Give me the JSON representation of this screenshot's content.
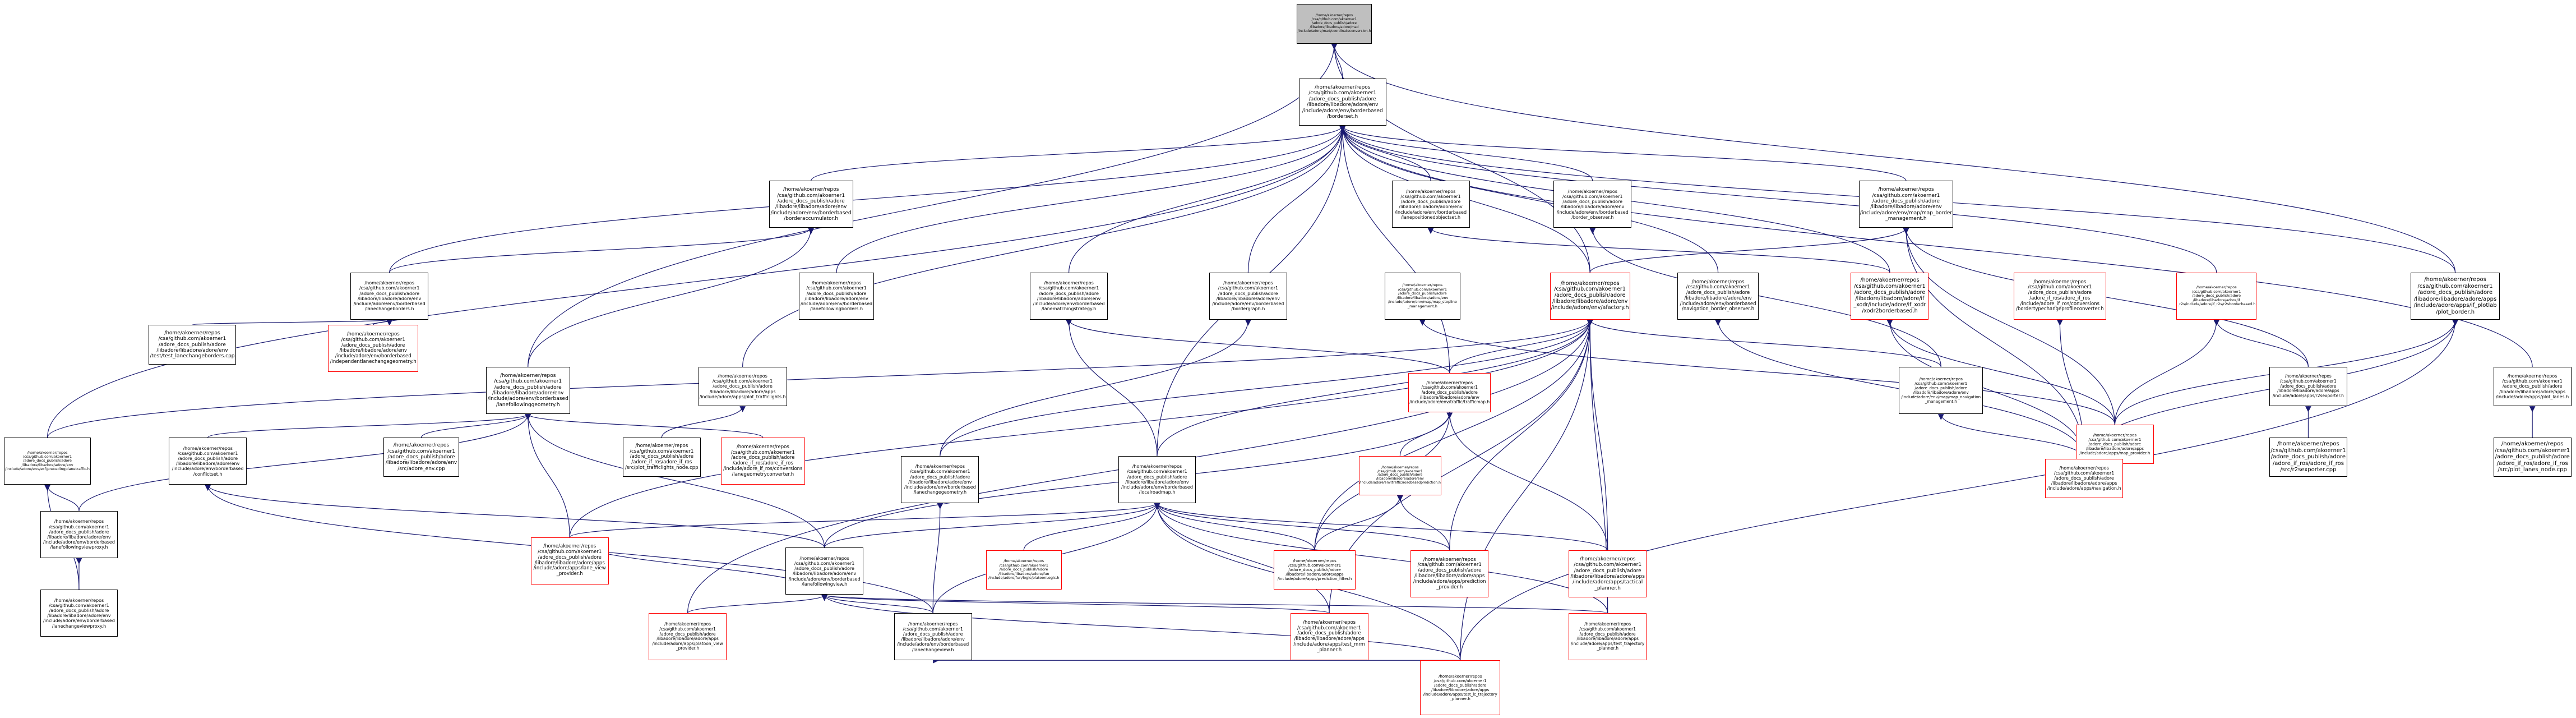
{
  "colors": {
    "edge": "#191970",
    "border_red": "#ff0000",
    "root_fill": "#bfbfbf"
  },
  "nodes": [
    {
      "id": "root",
      "text": "/home/akoerner/repos\n/csa/github.com/akoerner1\n/adore_docs_publish/adore\n/libadore/libadore/adore/mad\n/include/adore/mad/coordinateconversion.h",
      "root": true
    },
    {
      "id": "bs",
      "text": "/home/akoerner/repos\n/csa/github.com/akoerner1\n/adore_docs_publish/adore\n/libadore/libadore/adore/env\n/include/adore/env/borderbased\n/borderset.h"
    },
    {
      "id": "bacc",
      "text": "/home/akoerner/repos\n/csa/github.com/akoerner1\n/adore_docs_publish/adore\n/libadore/libadore/adore/env\n/include/adore/env/borderbased\n/borderaccumulator.h"
    },
    {
      "id": "lpo",
      "text": "/home/akoerner/repos\n/csa/github.com/akoerner1\n/adore_docs_publish/adore\n/libadore/libadore/adore/env\n/include/adore/env/borderbased\n/lanepositionedobjectset.h"
    },
    {
      "id": "bobs",
      "text": "/home/akoerner/repos\n/csa/github.com/akoerner1\n/adore_docs_publish/adore\n/libadore/libadore/adore/env\n/include/adore/env/borderbased\n/border_observer.h"
    },
    {
      "id": "mapbm",
      "text": "/home/akoerner/repos\n/csa/github.com/akoerner1\n/adore_docs_publish/adore\n/libadore/libadore/adore/env\n/include/adore/env/map/map_border\n_management.h"
    },
    {
      "id": "lcb",
      "text": "/home/akoerner/repos\n/csa/github.com/akoerner1\n/adore_docs_publish/adore\n/libadore/libadore/adore/env\n/include/adore/env/borderbased\n/lanechangeborders.h"
    },
    {
      "id": "lfb",
      "text": "/home/akoerner/repos\n/csa/github.com/akoerner1\n/adore_docs_publish/adore\n/libadore/libadore/adore/env\n/include/adore/env/borderbased\n/lanefollowingborders.h"
    },
    {
      "id": "lmls",
      "text": "/home/akoerner/repos\n/csa/github.com/akoerner1\n/adore_docs_publish/adore\n/libadore/libadore/adore/env\n/include/adore/env/borderbased\n/lanematchingstrategy.h"
    },
    {
      "id": "bg",
      "text": "/home/akoerner/repos\n/csa/github.com/akoerner1\n/adore_docs_publish/adore\n/libadore/libadore/adore/env\n/include/adore/env/borderbased\n/bordergraph.h"
    },
    {
      "id": "stopline",
      "text": "/home/akoerner/repos\n/csa/github.com/akoerner1\n/adore_docs_publish/adore\n/libadore/libadore/adore/env\n/include/adore/env/map/map_stopline\n_management.h"
    },
    {
      "id": "navbo",
      "text": "/home/akoerner/repos\n/csa/github.com/akoerner1\n/adore_docs_publish/adore\n/libadore/libadore/adore/env\n/include/adore/env/borderbased\n/navigation_border_observer.h"
    },
    {
      "id": "xodr",
      "text": "/home/akoerner/repos\n/csa/github.com/akoerner1\n/adore_docs_publish/adore\n/libadore/libadore/adore/if\n_xodr/include/adore/if_xodr\n/xodr2borderbased.h",
      "red": true
    },
    {
      "id": "r2s",
      "text": "/home/akoerner/repos\n/csa/github.com/akoerner1\n/adore_docs_publish/adore\n/adore_if_ros/adore_if_ros\n/include/adore_if_ros/conversions\n/bordertypechangeprofileconverter.h",
      "red": true
    },
    {
      "id": "r2sb",
      "text": "/home/akoerner/repos\n/csa/github.com/akoerner1\n/adore_docs_publish/adore\n/libadore/libadore/adore/if\n_r2s/include/adore/if_r2s/r2sborderbased.h",
      "red": true
    },
    {
      "id": "plotlab",
      "text": "/home/akoerner/repos\n/csa/github.com/akoerner1\n/adore_docs_publish/adore\n/libadore/libadore/adore/apps\n/include/adore/apps/if_plotlab\n/plot_border.h"
    },
    {
      "id": "test_lcb",
      "text": "/home/akoerner/repos\n/csa/github.com/akoerner1\n/adore_docs_publish/adore\n/libadore/libadore/adore/env\n/test/test_lanechangeborders.cpp"
    },
    {
      "id": "ilg",
      "text": "/home/akoerner/repos\n/csa/github.com/akoerner1\n/adore_docs_publish/adore\n/libadore/libadore/adore/env\n/include/adore/env/borderbased\n/independentlanechangegeometry.h",
      "red": true
    },
    {
      "id": "lfg",
      "text": "/home/akoerner/repos\n/csa/github.com/akoerner1\n/adore_docs_publish/adore\n/libadore/libadore/adore/env\n/include/adore/env/borderbased\n/lanefollowinggeometry.h"
    },
    {
      "id": "afactory",
      "text": "/home/akoerner/repos\n/csa/github.com/akoerner1\n/adore_docs_publish/adore\n/libadore/libadore/adore/env\n/include/adore/env/afactory.h",
      "red": true
    },
    {
      "id": "mapnav",
      "text": "/home/akoerner/repos\n/csa/github.com/akoerner1\n/adore_docs_publish/adore\n/libadore/libadore/adore/env\n/include/adore/env/map/map_navigation\n_management.h"
    },
    {
      "id": "plottl",
      "text": "/home/akoerner/repos\n/csa/github.com/akoerner1\n/adore_docs_publish/adore\n/libadore/libadore/adore/apps\n/include/adore/apps/plot_trafficlights.h"
    },
    {
      "id": "trafficmap",
      "text": "/home/akoerner/repos\n/csa/github.com/akoerner1\n/adore_docs_publish/adore\n/libadore/libadore/adore/env\n/include/adore/env/traffic/trafficmap.h",
      "red": true
    },
    {
      "id": "mapprov",
      "text": "/home/akoerner/repos\n/csa/github.com/akoerner1\n/adore_docs_publish/adore\n/libadore/libadore/adore/apps\n/include/adore/apps/map_provider.h",
      "red": true
    },
    {
      "id": "r2sexp",
      "text": "/home/akoerner/repos\n/csa/github.com/akoerner1\n/adore_docs_publish/adore\n/libadore/libadore/adore/apps\n/include/adore/apps/r2sexporter.h"
    },
    {
      "id": "plotlanes",
      "text": "/home/akoerner/repos\n/csa/github.com/akoerner1\n/adore_docs_publish/adore\n/libadore/libadore/adore/apps\n/include/adore/apps/plot_lanes.h"
    },
    {
      "id": "ecpt",
      "text": "/home/akoerner/repos\n/csa/github.com/akoerner1\n/adore_docs_publish/adore\n/libadore/libadore/adore/env\n/include/adore/env/ecf/precedingplanetraffic.h"
    },
    {
      "id": "conflict",
      "text": "/home/akoerner/repos\n/csa/github.com/akoerner1\n/adore_docs_publish/adore\n/libadore/libadore/adore/env\n/include/adore/env/borderbased\n/conflictset.h"
    },
    {
      "id": "envcpp",
      "text": "/home/akoerner/repos\n/csa/github.com/akoerner1\n/adore_docs_publish/adore\n/libadore/libadore/adore/env\n/src/adore_env.cpp"
    },
    {
      "id": "plottlnode",
      "text": "/home/akoerner/repos\n/csa/github.com/akoerner1\n/adore_docs_publish/adore\n/adore_if_ros/adore_if_ros\n/src/plot_trafficlights_node.cpp"
    },
    {
      "id": "lgconv",
      "text": "/home/akoerner/repos\n/csa/github.com/akoerner1\n/adore_docs_publish/adore\n/adore_if_ros/adore_if_ros\n/include/adore_if_ros/conversions\n/lanegeometryconverter.h",
      "red": true
    },
    {
      "id": "lcg",
      "text": "/home/akoerner/repos\n/csa/github.com/akoerner1\n/adore_docs_publish/adore\n/libadore/libadore/adore/env\n/include/adore/env/borderbased\n/lanechangegeometry.h"
    },
    {
      "id": "localview",
      "text": "/home/akoerner/repos\n/csa/github.com/akoerner1\n/adore_docs_publish/adore\n/libadore/libadore/adore/env\n/include/adore/env/borderbased\n/localroadmap.h"
    },
    {
      "id": "tmp",
      "text": "/home/akoerner/repos\n/csa/github.com/akoerner1\n/adore_docs_publish/adore\n/libadore/libadore/adore/env\n/include/adore/env/traffic/roadbasedprediction.h",
      "red": true
    },
    {
      "id": "nav",
      "text": "/home/akoerner/repos\n/csa/github.com/akoerner1\n/adore_docs_publish/adore\n/libadore/libadore/adore/apps\n/include/adore/apps/navigation.h",
      "red": true
    },
    {
      "id": "r2sexpcpp",
      "text": "/home/akoerner/repos\n/csa/github.com/akoerner1\n/adore_docs_publish/adore\n/adore_if_ros/adore_if_ros\n/src/r2sexporter.cpp"
    },
    {
      "id": "plotlanesnode",
      "text": "/home/akoerner/repos\n/csa/github.com/akoerner1\n/adore_docs_publish/adore\n/adore_if_ros/adore_if_ros\n/src/plot_lanes_node.cpp"
    },
    {
      "id": "lfvp",
      "text": "/home/akoerner/repos\n/csa/github.com/akoerner1\n/adore_docs_publish/adore\n/libadore/libadore/adore/env\n/include/adore/env/borderbased\n/lanefollowingviewproxy.h"
    },
    {
      "id": "lvprov",
      "text": "/home/akoerner/repos\n/csa/github.com/akoerner1\n/adore_docs_publish/adore\n/libadore/libadore/adore/apps\n/include/adore/apps/lane_view\n_provider.h",
      "red": true
    },
    {
      "id": "lfview",
      "text": "/home/akoerner/repos\n/csa/github.com/akoerner1\n/adore_docs_publish/adore\n/libadore/libadore/adore/env\n/include/adore/env/borderbased\n/lanefollowingview.h"
    },
    {
      "id": "platoon",
      "text": "/home/akoerner/repos\n/csa/github.com/akoerner1\n/adore_docs_publish/adore\n/libadore/libadore/adore/fun\n/include/adore/fun/logic/platoonLogic.h",
      "red": true
    },
    {
      "id": "predfilter",
      "text": "/home/akoerner/repos\n/csa/github.com/akoerner1\n/adore_docs_publish/adore\n/libadore/libadore/adore/apps\n/include/adore/apps/prediction_filter.h",
      "red": true
    },
    {
      "id": "predprov",
      "text": "/home/akoerner/repos\n/csa/github.com/akoerner1\n/adore_docs_publish/adore\n/libadore/libadore/adore/apps\n/include/adore/apps/prediction\n_provider.h",
      "red": true
    },
    {
      "id": "tactical",
      "text": "/home/akoerner/repos\n/csa/github.com/akoerner1\n/adore_docs_publish/adore\n/libadore/libadore/adore/apps\n/include/adore/apps/tactical\n_planner.h",
      "red": true
    },
    {
      "id": "lcvp",
      "text": "/home/akoerner/repos\n/csa/github.com/akoerner1\n/adore_docs_publish/adore\n/libadore/libadore/adore/env\n/include/adore/env/borderbased\n/lanechangeviewproxy.h"
    },
    {
      "id": "platoonview",
      "text": "/home/akoerner/repos\n/csa/github.com/akoerner1\n/adore_docs_publish/adore\n/libadore/libadore/adore/apps\n/include/adore/apps/platoon_view\n_provider.h",
      "red": true
    },
    {
      "id": "lcview",
      "text": "/home/akoerner/repos\n/csa/github.com/akoerner1\n/adore_docs_publish/adore\n/libadore/libadore/adore/env\n/include/adore/env/borderbased\n/lanechangeview.h"
    },
    {
      "id": "mrm",
      "text": "/home/akoerner/repos\n/csa/github.com/akoerner1\n/adore_docs_publish/adore\n/libadore/libadore/adore/apps\n/include/adore/apps/test_mrm\n_planner.h",
      "red": true
    },
    {
      "id": "testtraj",
      "text": "/home/akoerner/repos\n/csa/github.com/akoerner1\n/adore_docs_publish/adore\n/libadore/libadore/adore/apps\n/include/adore/apps/test_trajectory\n_planner.h",
      "red": true
    },
    {
      "id": "lctraj",
      "text": "/home/akoerner/repos\n/csa/github.com/akoerner1\n/adore_docs_publish/adore\n/libadore/libadore/adore/apps\n/include/adore/apps/test_lc_trajectory\n_planner.h",
      "red": true
    }
  ],
  "edges": [
    [
      "bs",
      "root"
    ],
    [
      "afactory",
      "root"
    ],
    [
      "plotlab",
      "root"
    ],
    [
      "lfg",
      "root"
    ],
    [
      "bacc",
      "bs"
    ],
    [
      "lpo",
      "bs"
    ],
    [
      "bobs",
      "bs"
    ],
    [
      "mapbm",
      "bs"
    ],
    [
      "lcb",
      "bs"
    ],
    [
      "lfb",
      "bs"
    ],
    [
      "lmls",
      "bs"
    ],
    [
      "bg",
      "bs"
    ],
    [
      "navbo",
      "bs"
    ],
    [
      "xodr",
      "bs"
    ],
    [
      "r2sb",
      "bs"
    ],
    [
      "plotlab",
      "bs"
    ],
    [
      "afactory",
      "bs"
    ],
    [
      "ecpt",
      "bs"
    ],
    [
      "localview",
      "bs"
    ],
    [
      "trafficmap",
      "bs"
    ],
    [
      "plottl",
      "bs"
    ],
    [
      "plotlanes",
      "bs"
    ],
    [
      "lcb",
      "bacc"
    ],
    [
      "lfg",
      "bacc"
    ],
    [
      "xodr",
      "lpo"
    ],
    [
      "mapnav",
      "bobs"
    ],
    [
      "afactory",
      "mapbm"
    ],
    [
      "mapprov",
      "mapbm"
    ],
    [
      "r2sexp",
      "mapbm"
    ],
    [
      "nav",
      "mapbm"
    ],
    [
      "test_lcb",
      "lcb"
    ],
    [
      "ilg",
      "lcb"
    ],
    [
      "localview",
      "lmls"
    ],
    [
      "trafficmap",
      "lmls"
    ],
    [
      "lcg",
      "bg"
    ],
    [
      "mapprov",
      "stopline"
    ],
    [
      "nav",
      "navbo"
    ],
    [
      "mapprov",
      "xodr"
    ],
    [
      "nav",
      "xodr"
    ],
    [
      "nav",
      "r2s"
    ],
    [
      "mapprov",
      "r2sb"
    ],
    [
      "r2sexp",
      "r2sb"
    ],
    [
      "mapprov",
      "plotlab"
    ],
    [
      "nav",
      "plotlab"
    ],
    [
      "lctraj",
      "plotlab"
    ],
    [
      "conflict",
      "lfg"
    ],
    [
      "lfvp",
      "lfg"
    ],
    [
      "lfview",
      "lfg"
    ],
    [
      "lvprov",
      "lfg"
    ],
    [
      "lgconv",
      "lfg"
    ],
    [
      "envcpp",
      "lfg"
    ],
    [
      "ecpt",
      "afactory"
    ],
    [
      "localview",
      "afactory"
    ],
    [
      "trafficmap",
      "afactory"
    ],
    [
      "lcg",
      "afactory"
    ],
    [
      "mapnav",
      "afactory"
    ],
    [
      "predfilter",
      "afactory"
    ],
    [
      "predprov",
      "afactory"
    ],
    [
      "tactical",
      "afactory"
    ],
    [
      "mrm",
      "afactory"
    ],
    [
      "testtraj",
      "afactory"
    ],
    [
      "lctraj",
      "afactory"
    ],
    [
      "platoonview",
      "afactory"
    ],
    [
      "lvprov",
      "afactory"
    ],
    [
      "nav",
      "mapnav"
    ],
    [
      "plottlnode",
      "plottl"
    ],
    [
      "tmp",
      "trafficmap"
    ],
    [
      "lfview",
      "trafficmap"
    ],
    [
      "predfilter",
      "trafficmap"
    ],
    [
      "tactical",
      "trafficmap"
    ],
    [
      "r2sexpcpp",
      "r2sexp"
    ],
    [
      "plotlanesnode",
      "plotlanes"
    ],
    [
      "lfvp",
      "ecpt"
    ],
    [
      "lcvp",
      "ecpt"
    ],
    [
      "lfview",
      "conflict"
    ],
    [
      "lcview",
      "conflict"
    ],
    [
      "lcview",
      "lcg"
    ],
    [
      "lfview",
      "localview"
    ],
    [
      "platoon",
      "localview"
    ],
    [
      "predfilter",
      "localview"
    ],
    [
      "predprov",
      "localview"
    ],
    [
      "tactical",
      "localview"
    ],
    [
      "lcview",
      "localview"
    ],
    [
      "mrm",
      "localview"
    ],
    [
      "testtraj",
      "localview"
    ],
    [
      "lctraj",
      "localview"
    ],
    [
      "lvprov",
      "localview"
    ],
    [
      "predprov",
      "tmp"
    ],
    [
      "predfilter",
      "tmp"
    ],
    [
      "lcvp",
      "lfvp"
    ],
    [
      "lvprov",
      "lfview"
    ],
    [
      "platoonview",
      "lfview"
    ],
    [
      "mrm",
      "lfview"
    ],
    [
      "testtraj",
      "lfview"
    ],
    [
      "lctraj",
      "lfview"
    ],
    [
      "lcview",
      "lfview"
    ],
    [
      "lctraj",
      "lcview"
    ]
  ]
}
